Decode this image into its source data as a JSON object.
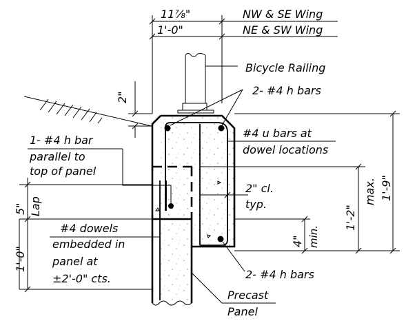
{
  "labels": {
    "width_nw_se_value": "11⅞\"",
    "width_ne_sw_value": "1'-0\"",
    "width_nw_se_text": "NW & SE Wing",
    "width_ne_sw_text": "NE & SW Wing",
    "bicycle_railing": "Bicycle Railing",
    "two_in_top": "2\"",
    "top_h_bars": "2- #4 h bars",
    "u_bars_line1": "#4 u bars at",
    "u_bars_line2": "dowel locations",
    "one_bar_line1": "1- #4 h bar",
    "one_bar_line2": "parallel to",
    "one_bar_line3": "top of panel",
    "five_in": "5\"",
    "lap": "Lap",
    "clear_line1": "2\" cl.",
    "clear_line2": "typ.",
    "one_two": "1'-2\"",
    "max": "max.",
    "one_nine": "1'-9\"",
    "four_in": "4\"",
    "min": "min.",
    "dowels_line1": "#4 dowels",
    "dowels_line2": "embedded in",
    "dowels_line3": "panel at",
    "dowels_line4": "±2'-0\" cts.",
    "one_zero_left": "1'-0\"",
    "bottom_h_bars": "2- #4 h bars",
    "precast_line1": "Precast",
    "precast_line2": "Panel"
  }
}
